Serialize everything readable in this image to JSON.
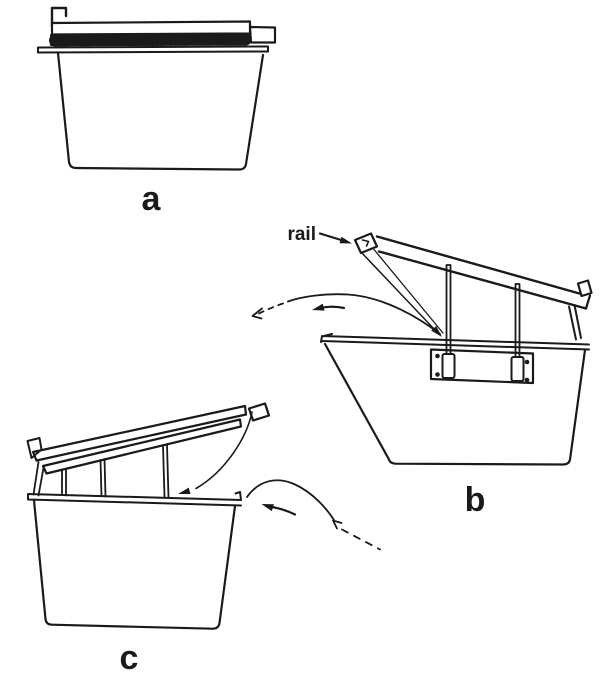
{
  "colors": {
    "ink": "#1a1a1a",
    "paper": "#ffffff"
  },
  "figures": [
    {
      "id": "a",
      "label": "a"
    },
    {
      "id": "b",
      "label": "b"
    },
    {
      "id": "c",
      "label": "c"
    }
  ],
  "annotations": {
    "rail": "rail"
  }
}
